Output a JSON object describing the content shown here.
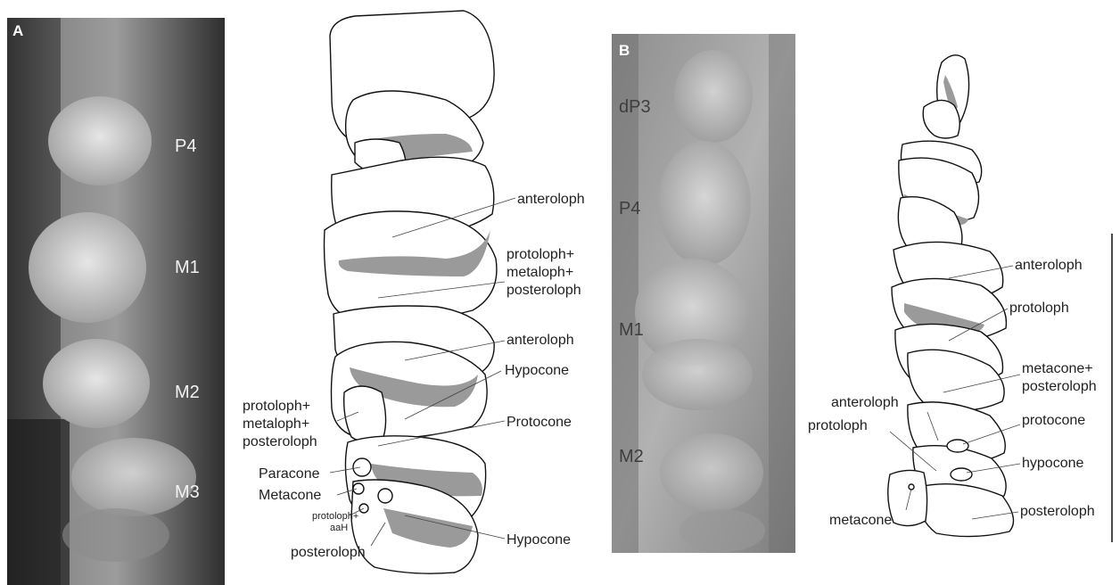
{
  "panels": {
    "a": {
      "letter": "A",
      "photo_labels": [
        "P4",
        "M1",
        "M2",
        "M3"
      ],
      "drawing_labels": {
        "anteroloph_1": "anteroloph",
        "plus_1": [
          "protoloph+",
          "metaloph+",
          "posteroloph"
        ],
        "anteroloph_2": "anteroloph",
        "hypocone_1": "Hypocone",
        "plus_2": [
          "protoloph+",
          "metaloph+",
          "posteroloph"
        ],
        "protocone": "Protocone",
        "paracone": "Paracone",
        "metacone": "Metacone",
        "protoloph_aah": [
          "protoloph+",
          "aaH"
        ],
        "hypocone_2": "Hypocone",
        "posteroloph": "posteroloph"
      }
    },
    "b": {
      "letter": "B",
      "photo_labels": [
        "dP3",
        "P4",
        "M1",
        "M2"
      ],
      "drawing_labels": {
        "anteroloph_1": "anteroloph",
        "protoloph_1": "protoloph",
        "metacone_posteroloph": [
          "metacone+",
          "posteroloph"
        ],
        "anteroloph_2": "anteroloph",
        "protoloph_2": "protoloph",
        "protocone": "protocone",
        "hypocone": "hypocone",
        "metacone": "metacone",
        "posteroloph": "posteroloph"
      }
    }
  },
  "colors": {
    "photo_dark": "#2a2a2a",
    "photo_light": "#d8d8d8",
    "shading": "#9a9a9a",
    "outline": "#111111"
  }
}
